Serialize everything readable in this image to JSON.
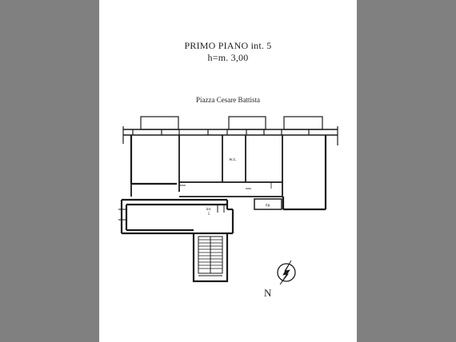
{
  "heading": {
    "line1": "PRIMO PIANO int. 5",
    "line2": "h=m. 3,00"
  },
  "street_label": "Piazza Cesare Battista",
  "rooms": {
    "wc": "w.c.",
    "rip": "rip.",
    "unit": "int.",
    "unit_number": "5"
  },
  "compass": {
    "north_label": "N",
    "icon": "north-arrow-icon"
  },
  "colors": {
    "wall": "#1a1a1a",
    "background": "#808080",
    "sheet": "#ffffff"
  }
}
